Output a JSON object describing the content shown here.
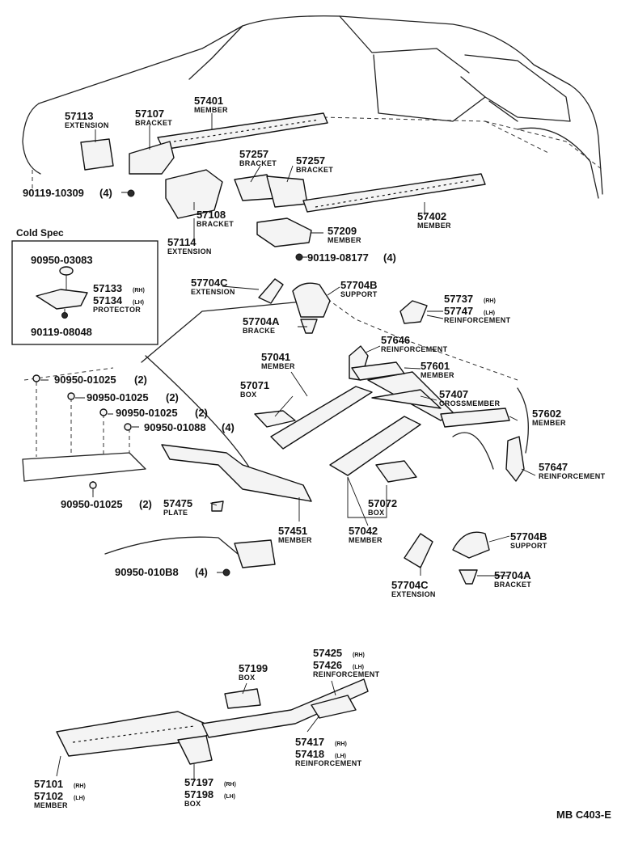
{
  "figure_code": "MB C403-E",
  "inset": {
    "title": "Cold Spec",
    "items": [
      {
        "number": "90950-03083"
      },
      {
        "number": "57133",
        "side": "(RH)"
      },
      {
        "number": "57134",
        "side": "(LH)",
        "name": "PROTECTOR"
      },
      {
        "number": "90119-08048"
      }
    ]
  },
  "callouts": [
    {
      "number": "57113",
      "name": "EXTENSION"
    },
    {
      "number": "57107",
      "name": "BRACKET"
    },
    {
      "number": "57401",
      "name": "MEMBER"
    },
    {
      "number": "57257",
      "name": "BRACKET"
    },
    {
      "number": "57257",
      "name": "BRACKET"
    },
    {
      "number": "90119-10309",
      "qty": "(4)"
    },
    {
      "number": "57108",
      "name": "BRACKET"
    },
    {
      "number": "57114",
      "name": "EXTENSION"
    },
    {
      "number": "57402",
      "name": "MEMBER"
    },
    {
      "number": "57209",
      "name": "MEMBER"
    },
    {
      "number": "90119-08177",
      "qty": "(4)"
    },
    {
      "number": "57704C",
      "name": "EXTENSION"
    },
    {
      "number": "57704B",
      "name": "SUPPORT"
    },
    {
      "number": "57737",
      "side": "(RH)"
    },
    {
      "number": "57747",
      "side": "(LH)",
      "name": "REINFORCEMENT"
    },
    {
      "number": "57704A",
      "name": "BRACKE"
    },
    {
      "number": "57646",
      "name": "REINFORCEMENT"
    },
    {
      "number": "57041",
      "name": "MEMBER"
    },
    {
      "number": "57601",
      "name": "MEMBER"
    },
    {
      "number": "57071",
      "name": "BOX"
    },
    {
      "number": "57407",
      "name": "CROSSMEMBER"
    },
    {
      "number": "90950-01025",
      "qty": "(2)"
    },
    {
      "number": "90950-01025",
      "qty": "(2)"
    },
    {
      "number": "90950-01025",
      "qty": "(2)"
    },
    {
      "number": "90950-01088",
      "qty": "(4)"
    },
    {
      "number": "57602",
      "name": "MEMBER"
    },
    {
      "number": "57647",
      "name": "REINFORCEMENT"
    },
    {
      "number": "90950-01025",
      "qty": "(2)"
    },
    {
      "number": "57475",
      "name": "PLATE"
    },
    {
      "number": "57072",
      "name": "BOX"
    },
    {
      "number": "57451",
      "name": "MEMBER"
    },
    {
      "number": "57042",
      "name": "MEMBER"
    },
    {
      "number": "57704B",
      "name": "SUPPORT"
    },
    {
      "number": "90950-010B8",
      "qty": "(4)"
    },
    {
      "number": "57704C",
      "name": "EXTENSION"
    },
    {
      "number": "57704A",
      "name": "BRACKET"
    },
    {
      "number": "57425",
      "side": "(RH)"
    },
    {
      "number": "57426",
      "side": "(LH)",
      "name": "REINFORCEMENT"
    },
    {
      "number": "57199",
      "name": "BOX"
    },
    {
      "number": "57417",
      "side": "(RH)"
    },
    {
      "number": "57418",
      "side": "(LH)",
      "name": "REINFORCEMENT"
    },
    {
      "number": "57101",
      "side": "(RH)"
    },
    {
      "number": "57102",
      "side": "(LH)",
      "name": "MEMBER"
    },
    {
      "number": "57197",
      "side": "(RH)"
    },
    {
      "number": "57198",
      "side": "(LH)",
      "name": "BOX"
    }
  ]
}
